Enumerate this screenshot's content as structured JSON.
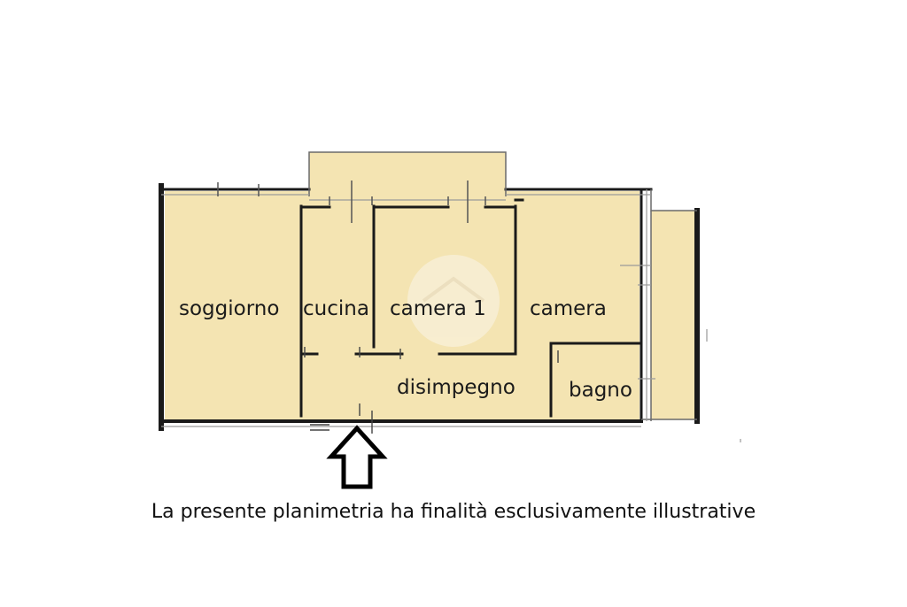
{
  "rooms": {
    "soggiorno": "soggiorno",
    "cucina": "cucina",
    "camera1": "camera 1",
    "camera": "camera",
    "disimpegno": "disimpegno",
    "bagno": "bagno"
  },
  "caption": "La presente planimetria ha finalità esclusivamente illustrative",
  "colors": {
    "floor": "#f4e4b2",
    "wall": "#1a1a1a",
    "window": "#9a9a9a"
  },
  "icons": {
    "entrance": "arrow-up-outline-icon",
    "watermark": "house-watermark-icon"
  }
}
